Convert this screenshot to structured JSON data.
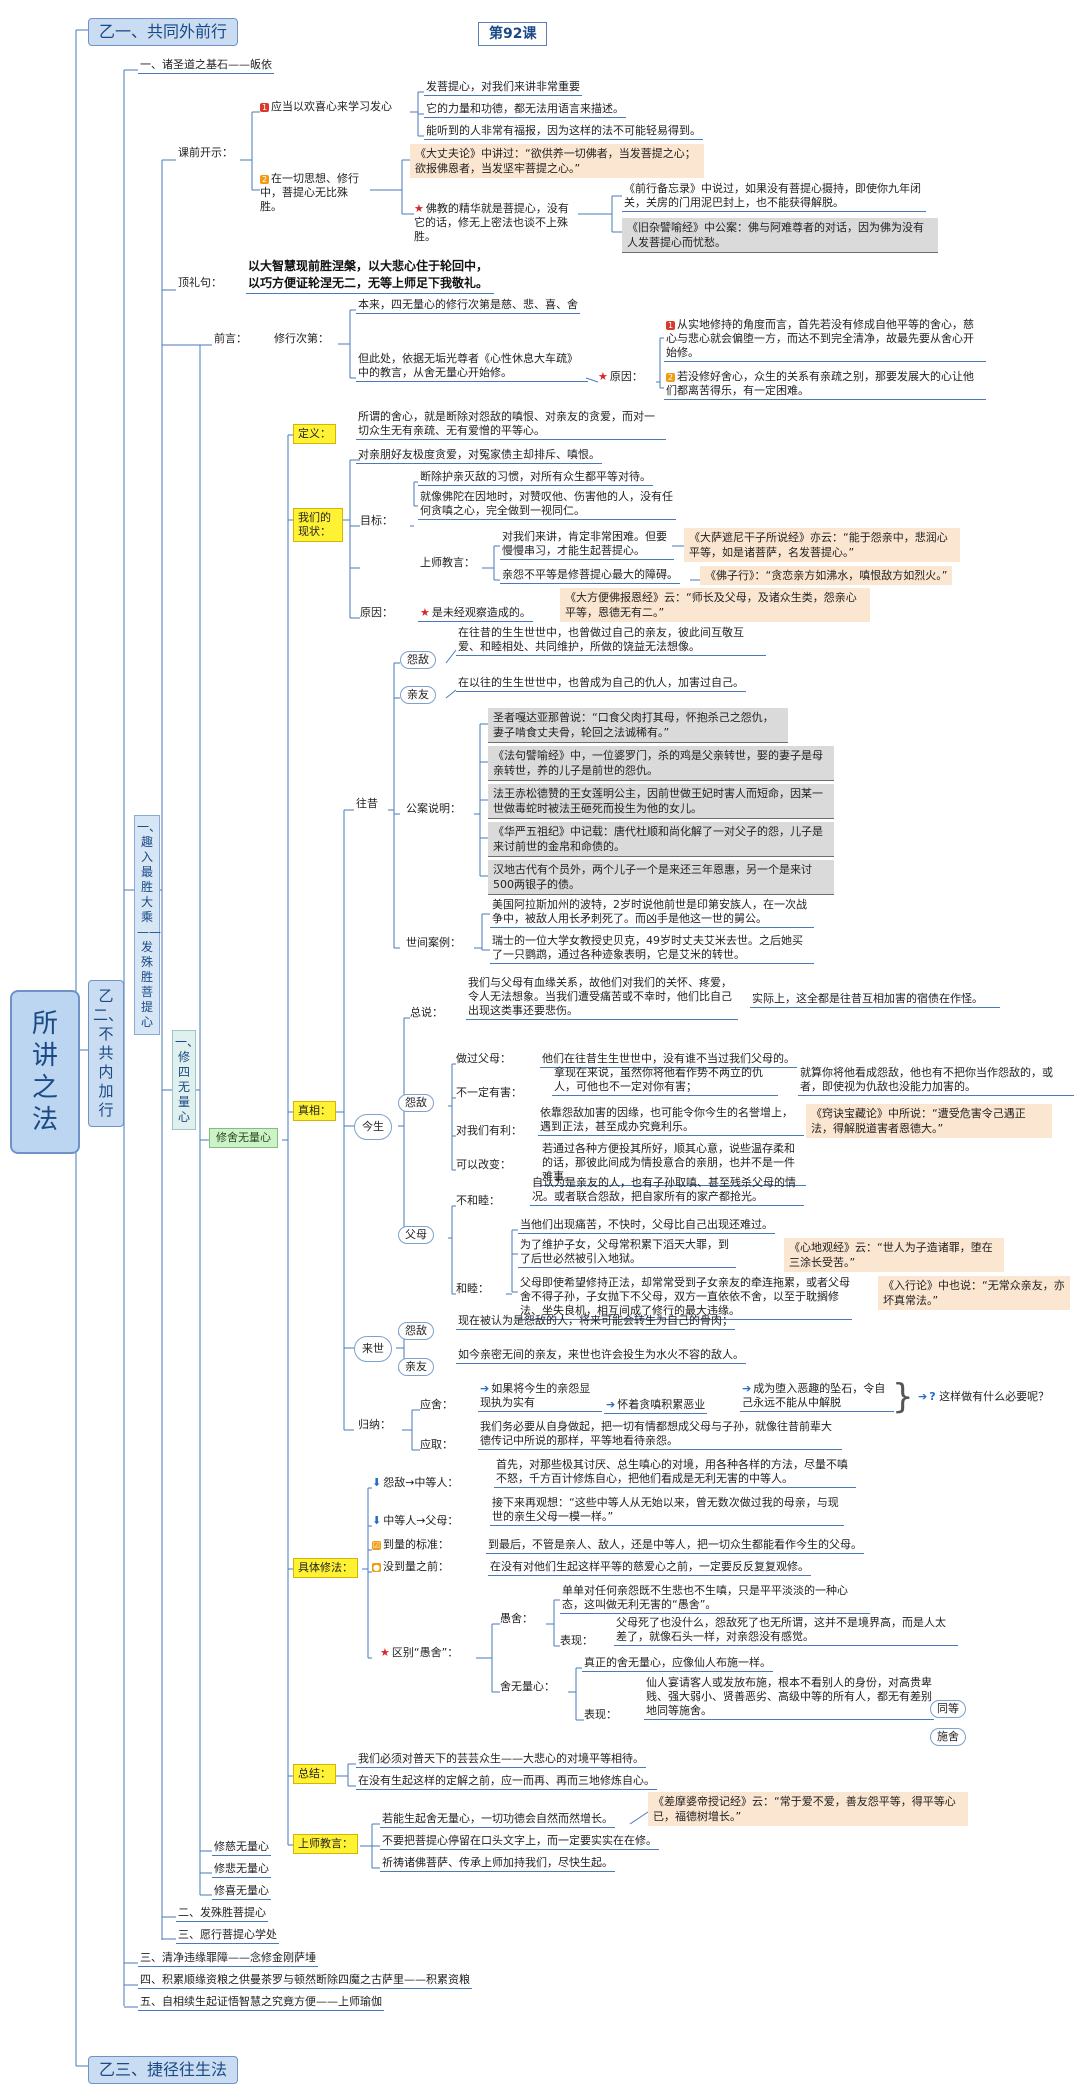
{
  "lesson": "第92课",
  "root": "所讲之法",
  "part1": "乙一、共同外前行",
  "part2": "乙二、不共内加行",
  "part3": "乙三、捷径往生法",
  "sec_one": "一、趣入最胜大乘——发殊胜菩提心",
  "sec_one_1": "一、修四无量心",
  "n1": "一、诸圣道之基石——皈依",
  "n3": "三、清净违缘罪障——念修金刚萨埵",
  "n4": "四、积累顺缘资粮之供曼茶罗与顿然断除四魔之古萨里——积累资粮",
  "n5": "五、自相续生起证悟智慧之究竟方便——上师瑜伽",
  "n_two": "二、发殊胜菩提心",
  "n_three": "三、愿行菩提心学处",
  "ci": "修慈无量心",
  "bei": "修悲无量心",
  "xi": "修喜无量心",
  "she": "修舍无量心",
  "kqks": {
    "label": "课前开示：",
    "a1": "应当以欢喜心来学习发心",
    "a1_1": "发菩提心，对我们来讲非常重要",
    "a1_2": "它的力量和功德，都无法用语言来描述。",
    "a1_3": "能听到的人非常有福报，因为这样的法不可能轻易得到。",
    "a2": "在一切思想、修行中，菩提心无比殊胜。",
    "a2_1": "《大丈夫论》中讲过：“欲供养一切佛者，当发菩提之心；欲报佛恩者，当发坚牢菩提之心。”",
    "a2_2": "佛教的精华就是菩提心，没有它的话，修无上密法也谈不上殊胜。",
    "a2_2_1": "《前行备忘录》中说过，如果没有菩提心摄持，即使你九年闭关，关房的门用泥巴封上，也不能获得解脱。",
    "a2_2_2": "《旧杂譬喻经》中公案：佛与阿难尊者的对话，因为佛为没有人发菩提心而忧愁。"
  },
  "dlj": {
    "label": "顶礼句：",
    "text": "以大智慧现前胜涅槃，以大悲心住于轮回中，以巧方便证轮涅无二，无等上师足下我敬礼。"
  },
  "qy": {
    "label": "前言：",
    "order": "修行次第：",
    "o1": "本来，四无量心的修行次第是慈、悲、喜、舍",
    "o2": "但此处，依据无垢光尊者《心性休息大车疏》中的教言，从舍无量心开始修。",
    "reason": "原因：",
    "r1": "从实地修持的角度而言，首先若没有修成自他平等的舍心，慈心与悲心就会偏堕一方，而达不到完全清净，故最先要从舍心开始修。",
    "r2": "若没修好舍心，众生的关系有亲疏之别，那要发展大的心让他们都离苦得乐，有一定困难。"
  },
  "dy": {
    "label": "定义：",
    "text": "所谓的舍心，就是断除对怨敌的嗔恨、对亲友的贪爱，而对一切众生无有亲疏、无有爱憎的平等心。"
  },
  "xz": {
    "label": "我们的现状：",
    "t1": "对亲朋好友极度贪爱，对冤家债主却排斥、嗔恨。",
    "goal": "目标：",
    "g1": "断除护亲灭敌的习惯，对所有众生都平等对待。",
    "g2": "就像佛陀在因地时，对赞叹他、伤害他的人，没有任何贪嗔之心，完全做到一视同仁。",
    "teach": "上师教言：",
    "tc1": "对我们来讲，肯定非常困难。但要慢慢串习，才能生起菩提心。",
    "tc1q": "《大萨遮尼干子所说经》亦云：“能于怨亲中，悲润心平等，如是诸菩萨，名发菩提心。”",
    "tc2": "亲怨不平等是修菩提心最大的障碍。",
    "tc2q": "《佛子行》：“贪恋亲方如沸水，嗔恨敌方如烈火。”",
    "cause": "原因：",
    "c1": "是未经观察造成的。",
    "c1q": "《大方便佛报恩经》云：“师长及父母，及诸众生类，怨亲心平等，恩德无有二。”"
  },
  "zx": {
    "label": "真相：",
    "past": "往昔",
    "enemy": "怨敌",
    "enemy_t": "在往昔的生生世世中，也曾做过自己的亲友，彼此间互敬互爱、和睦相处、共同维护，所做的饶益无法想像。",
    "friend": "亲友",
    "friend_t": "在以往的生生世世中，也曾成为自己的仇人，加害过自己。",
    "gongan": "公案说明：",
    "ga1": "圣者嘎达亚那曾说：“口食父肉打其母，怀抱杀己之怨仇，妻子啃食丈夫骨，轮回之法诚稀有。”",
    "ga2": "《法句譬喻经》中，一位婆罗门，杀的鸡是父亲转世，娶的妻子是母亲转世，养的儿子是前世的怨仇。",
    "ga3": "法王赤松德赞的王女莲明公主，因前世做王妃时害人而短命，因某一世做毒蛇时被法王砸死而投生为他的女儿。",
    "ga4": "《华严五祖纪》中记载：唐代杜顺和尚化解了一对父子的怨，儿子是来讨前世的金帛和命债的。",
    "ga5": "汉地古代有个员外，两个儿子一个是来还三年恩惠，另一个是来讨500两银子的债。",
    "shijian": "世间案例：",
    "sj1": "美国阿拉斯加州的波特，2岁时说他前世是印第安族人，在一次战争中，被敌人用长矛刺死了。而凶手是他这一世的舅公。",
    "sj2": "瑞士的一位大学女教授史贝克，49岁时丈夫艾米去世。之后她买了一只鹦鹉，通过各种迹象表明，它是艾米的转世。",
    "now": "今生",
    "zongshuo": "总说：",
    "zs1": "我们与父母有血缘关系，故他们对我们的关怀、疼爱，令人无法想象。当我们遭受痛苦或不幸时，他们比自己出现这类事还要悲伤。",
    "zs2": "实际上，这全都是往昔互相加害的宿债在作怪。",
    "zuoguo": "做过父母：",
    "zuoguo_t": "他们在往昔生生世世中，没有谁不当过我们父母的。",
    "bydh": "不一定有害：",
    "bydh_t1": "拿现在来说，虽然你将他看作势不两立的仇人，可他也不一定对你有害；",
    "bydh_t2": "就算你将他看成怨敌，他也有不把你当作怨敌的，或者，即使视为仇敌也没能力加害的。",
    "dwyl": "对我们有利：",
    "dwyl_t": "依靠怨敌加害的因缘，也可能令你今生的名誉增上，遇到正法，甚至成办究竟利乐。",
    "dwyl_q": "《窍诀宝藏论》中所说：“遭受危害令己遇正法，得解脱道害者恩德大。”",
    "kygb": "可以改变：",
    "kygb_t": "若通过各种方便投其所好，顺其心意，说些温存柔和的话，那彼此间成为情投意合的亲朋，也并不是一件难事。",
    "fumu": "父母",
    "bhm": "不和睦：",
    "bhm_t": "自认为是亲友的人，也有子孙取嗔、甚至残杀父母的情况。或者联合怨敌，把自家所有的家产都抢光。",
    "hm": "和睦：",
    "hm_t1": "当他们出现痛苦，不快时，父母比自己出现还难过。",
    "hm_t2": "为了维护子女，父母常积累下滔天大罪，到了后世必然被引入地狱。",
    "hm_t2q": "《心地观经》云：“世人为子造诸罪，堕在三涂长受苦。”",
    "hm_t3": "父母即使希望修持正法，却常常受到子女亲友的牵连拖累，或者父母舍不得子孙，子女抛下不父母，双方一直依依不舍，以至于耽搁修法、坐失良机，相互间成了修行的最大违缘。",
    "hm_t3q": "《入行论》中也说：“无常众亲友，亦坏真常法。”",
    "future": "来世",
    "future_enemy": "怨敌",
    "future_enemy_t": "现在被认为是怨敌的人，将来可能会转生为自己的骨肉；",
    "future_friend": "亲友",
    "future_friend_t": "如今亲密无间的亲友，来世也许会投生为水火不容的敌人。",
    "guina": "归纳：",
    "ying_she": "应舍：",
    "ys1": "如果将今生的亲怨显现执为实有",
    "ys2": "怀着贪嗔积累恶业",
    "ys3": "成为堕入恶趣的坠石，令自己永远不能从中解脱",
    "ys_q": "这样做有什么必要呢？",
    "ying_qu": "应取：",
    "yq1": "我们务必要从自身做起，把一切有情都想成父母与子孙，就像往昔前辈大德传记中所说的那样，平等地看待亲怨。"
  },
  "jtxf": {
    "label": "具体修法：",
    "s1": "怨敌→中等人：",
    "s1_t": "首先，对那些极其讨厌、总生嗔心的对境，用各种各样的方法，尽量不嗔不怒，千方百计修炼自心，把他们看成是无利无害的中等人。",
    "s2": "中等人→父母：",
    "s2_t": "接下来再观想：“这些中等人从无始以来，曾无数次做过我的母亲，与现世的亲生父母一模一样。”",
    "s3": "到量的标准：",
    "s3_t": "到最后，不管是亲人、敌人，还是中等人，把一切众生都能看作今生的父母。",
    "s4": "没到量之前：",
    "s4_t": "在没有对他们生起这样平等的慈爱心之前，一定要反反复复观修。",
    "qubie": "区别“愚舍”：",
    "yushe": "愚舍：",
    "yushe_t": "单单对任何亲怨既不生悲也不生嗔，只是平平淡淡的一种心态，这叫做无利无害的“愚舍”。",
    "biaoxian": "表现：",
    "yushe_b": "父母死了也没什么，怨敌死了也无所谓，这并不是境界高，而是人太差了，就像石头一样，对亲怨没有感觉。",
    "sheliang": "舍无量心：",
    "sheliang_t": "真正的舍无量心，应像仙人布施一样。",
    "biaoxian2": "表现：",
    "sheliang_b": "仙人宴请客人或发放布施，根本不看别人的身份，对高贵卑贱、强大弱小、贤善恶劣、高级中等的所有人，都无有差别地同等施舍。",
    "tongdeng": "同等",
    "shishe": "施舍"
  },
  "zj": {
    "label": "总结：",
    "t1": "我们必须对普天下的芸芸众生——大悲心的对境平等相待。",
    "t2": "在没有生起这样的定解之前，应一而再、再而三地修炼自心。"
  },
  "ssjy": {
    "label": "上师教言：",
    "t1": "若能生起舍无量心，一切功德会自然而然增长。",
    "t1q": "《差摩婆帝授记经》云：“常于爱不爱，善友怨平等，得平等心已，福德树增长。”",
    "t2": "不要把菩提心停留在口头文字上，而一定要实实在在修。",
    "t3": "祈祷诸佛菩萨、传承上师加持我们，尽快生起。"
  },
  "colors": {
    "line": "#4a78b8",
    "accent": "#1a4a86",
    "yellow": "#fff235",
    "orange_bg": "#fbe6d1",
    "gray_bg": "#dadada"
  }
}
